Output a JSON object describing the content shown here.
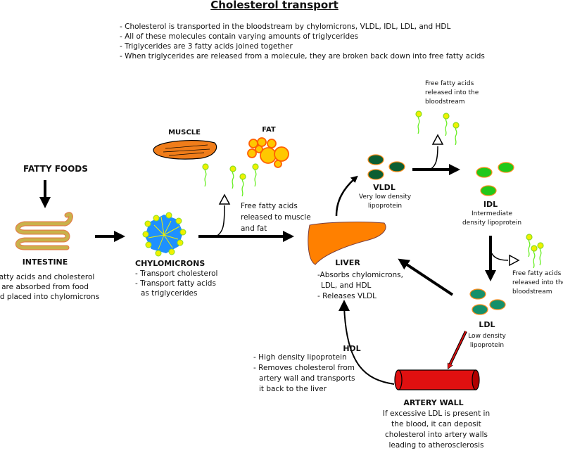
{
  "title": "Cholesterol transport",
  "notes": [
    "- Cholesterol is transported in the bloodstream by chylomicrons, VLDL, IDL, LDL, and HDL",
    "- All of these molecules contain varying amounts of triglycerides",
    "- Triglycerides are 3 fatty acids joined together",
    "- When triglycerides are released from a molecule, they are broken back down into free fatty acids"
  ],
  "fatty_foods": "FATTY FOODS",
  "intestine": {
    "label": "INTESTINE",
    "desc": [
      "Fatty acids and cholesterol",
      "are absorbed from food",
      "and placed into chylomicrons"
    ]
  },
  "chylomicrons": {
    "label": "CHYLOMICRONS",
    "desc": [
      "- Transport cholesterol",
      "- Transport fatty acids",
      "as triglycerides"
    ]
  },
  "muscle": "MUSCLE",
  "fat": "FAT",
  "ffa_muscle_fat": [
    "Free fatty acids",
    "released to muscle",
    "and fat"
  ],
  "liver": {
    "label": "LIVER",
    "desc": [
      "-Absorbs chylomicrons,",
      "LDL, and HDL",
      "- Releases VLDL"
    ]
  },
  "vldl": {
    "label": "VLDL",
    "desc": [
      "Very low density",
      "lipoprotein"
    ]
  },
  "ffa_blood_1": [
    "Free fatty acids",
    "released into the",
    "bloodstream"
  ],
  "idl": {
    "label": "IDL",
    "desc": [
      "Intermediate",
      "density lipoprotein"
    ]
  },
  "ffa_blood_2": [
    "Free fatty acids",
    "released into the",
    "bloodstream"
  ],
  "ldl": {
    "label": "LDL",
    "desc": [
      "Low density",
      "lipoprotein"
    ]
  },
  "hdl": {
    "label": "HDL",
    "desc": [
      "- High density lipoprotein",
      "- Removes cholesterol from",
      "artery wall and transports",
      "it back to the liver"
    ]
  },
  "artery": {
    "label": "ARTERY WALL",
    "desc": [
      "If excessive LDL is present in",
      "the blood, it can deposit",
      "cholesterol into artery walls",
      "leading to atherosclerosis"
    ]
  },
  "colors": {
    "vldl": "#0b5e32",
    "idl": "#22c81a",
    "ldl": "#15906a",
    "liver": "#ff8000",
    "artery": "#e01010",
    "chylo": "#1e90ff",
    "fatty_acid_head": "#f0f000",
    "fatty_acid_tail": "#66ee22"
  }
}
